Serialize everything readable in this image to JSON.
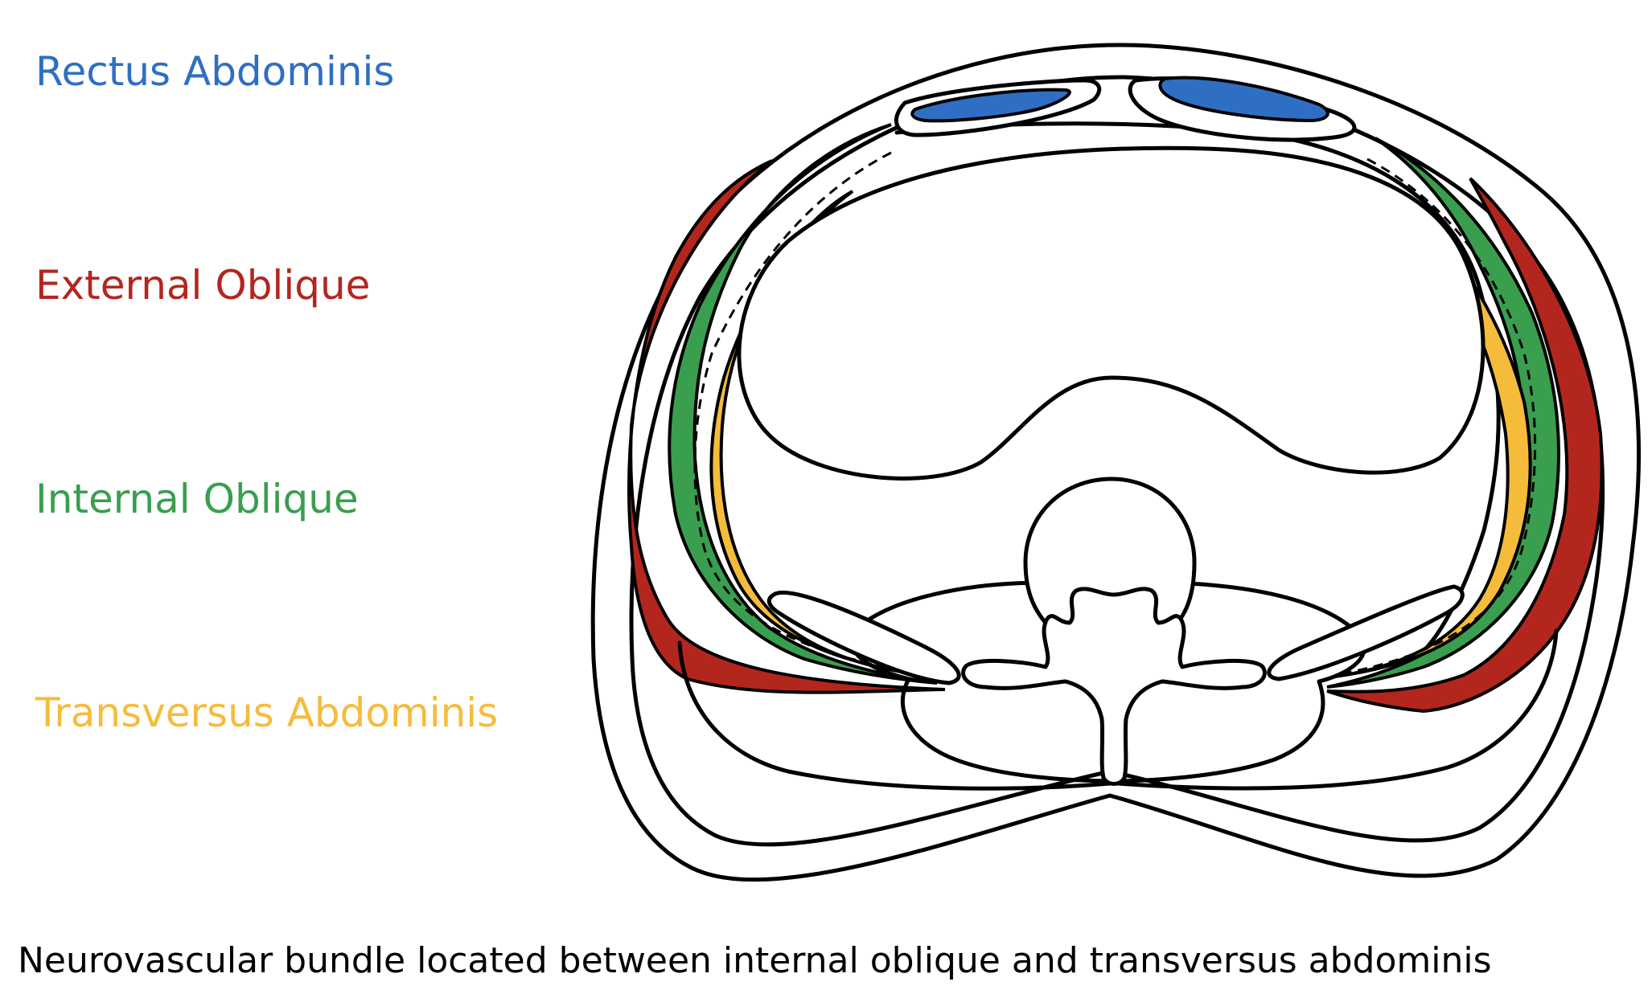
{
  "legend": {
    "rectus": {
      "label": "Rectus Abdominis",
      "color": "#2e6fc4"
    },
    "external": {
      "label": "External Oblique",
      "color": "#b3261e"
    },
    "internal": {
      "label": "Internal Oblique",
      "color": "#3a9e4f"
    },
    "transversus": {
      "label": "Transversus Abdominis",
      "color": "#f5bc3c"
    }
  },
  "caption": "Neurovascular bundle located between internal oblique and transversus abdominis"
}
